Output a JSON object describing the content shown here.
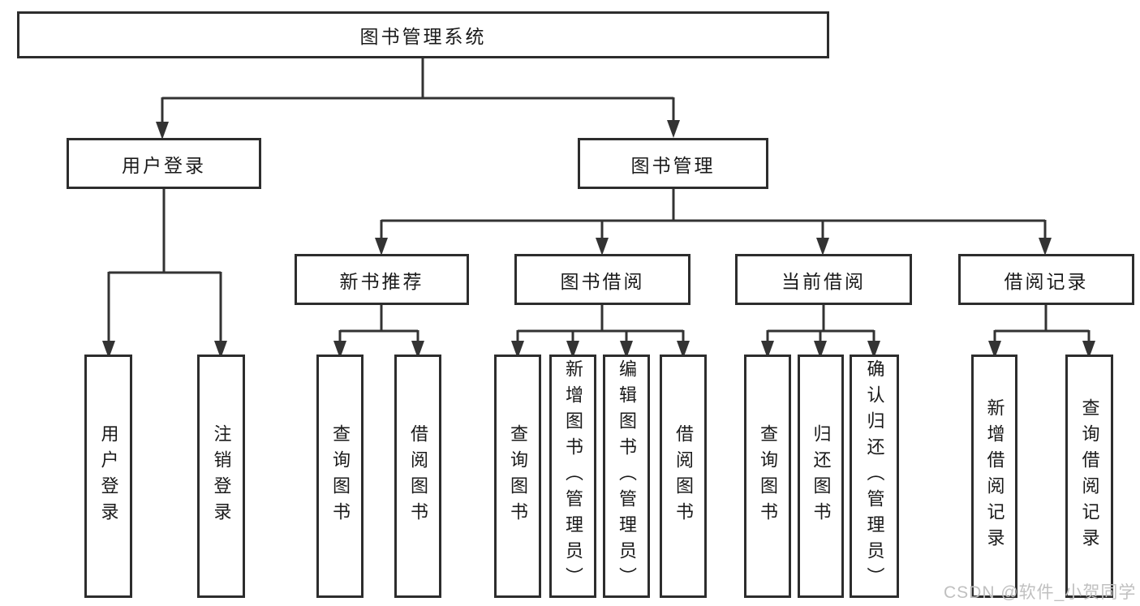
{
  "diagram": {
    "root": "图书管理系统",
    "level2": {
      "user_login": "用户登录",
      "book_management": "图书管理"
    },
    "level3": {
      "new_book_recommend": "新书推荐",
      "book_borrowing": "图书借阅",
      "current_borrowing": "当前借阅",
      "borrowing_records": "借阅记录"
    },
    "leaves": {
      "user_login": "用户登录",
      "logout": "注销登录",
      "nb_query_books": "查询图书",
      "nb_borrow_books": "借阅图书",
      "bb_query_books": "查询图书",
      "bb_add_books": "新增图书（管理员）",
      "bb_edit_books": "编辑图书（管理员）",
      "bb_borrow_books": "借阅图书",
      "cb_query_books": "查询图书",
      "cb_return_books": "归还图书",
      "cb_confirm_return": "确认归还（管理员）",
      "br_add_record": "新增借阅记录",
      "br_query_record": "查询借阅记录"
    },
    "colors": {
      "line": "#333333",
      "border": "#2d2d2d",
      "text": "#1a1a1a",
      "watermark": "#c0c0c0"
    },
    "watermark": "CSDN @软件_小贺同学"
  }
}
